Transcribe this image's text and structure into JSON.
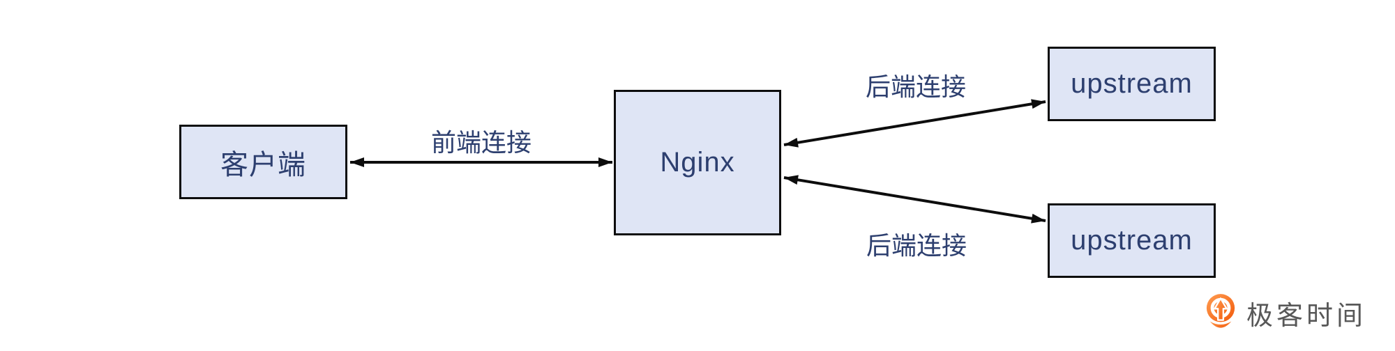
{
  "diagram": {
    "nodes": [
      {
        "id": "client",
        "label": "客户端"
      },
      {
        "id": "nginx",
        "label": "Nginx"
      },
      {
        "id": "upstream-1",
        "label": "upstream"
      },
      {
        "id": "upstream-2",
        "label": "upstream"
      }
    ],
    "edges": [
      {
        "id": "frontend",
        "label": "前端连接",
        "from": "client",
        "to": "nginx",
        "direction": "bidirectional"
      },
      {
        "id": "backend-top",
        "label": "后端连接",
        "from": "nginx",
        "to": "upstream-1",
        "direction": "bidirectional"
      },
      {
        "id": "backend-bottom",
        "label": "后端连接",
        "from": "nginx",
        "to": "upstream-2",
        "direction": "bidirectional"
      }
    ]
  },
  "branding": {
    "logo_text": "极客时间",
    "logo_icon": "geektime-pin-arrow-icon"
  },
  "colors": {
    "background": "#ffffff",
    "node_fill": "#dfe5f5",
    "node_border": "#0d0d0d",
    "node_text": "#2d3f6f",
    "edge": "#0d0d0d",
    "edge_label_text": "#2d3f6f",
    "logo_orange_light": "#ff9d52",
    "logo_orange_dark": "#f2590a",
    "logo_text_color": "#585858"
  }
}
